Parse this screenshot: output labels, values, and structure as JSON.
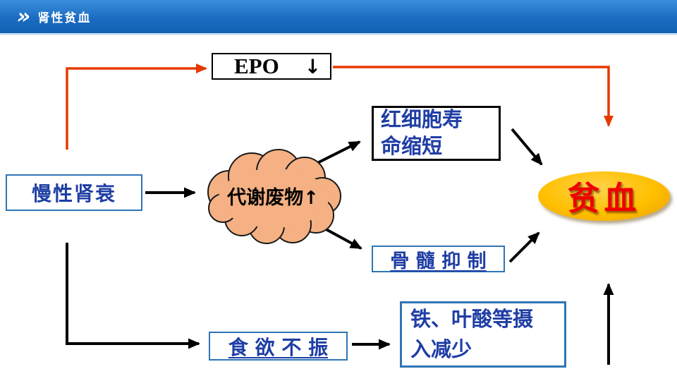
{
  "header": {
    "chevron_glyph": "»",
    "title": "肾性贫血"
  },
  "nodes": {
    "epo": {
      "label": "EPO",
      "arrow": "↓"
    },
    "chronic_renal_failure": {
      "label": "慢性肾衰"
    },
    "metabolic_waste": {
      "label": "代谢废物",
      "arrow": "↑"
    },
    "rbc_lifespan_shortened": {
      "label": "红细胞寿\n命缩短"
    },
    "bone_marrow_suppression": {
      "label": "骨 髓 抑 制"
    },
    "anemia": {
      "label": "贫血"
    },
    "poor_appetite": {
      "label": "食 欲 不 振"
    },
    "reduced_iron_folate_intake": {
      "label": "铁、叶酸等摄\n入减少"
    }
  },
  "colors": {
    "header_blue": "#1b6cc2",
    "node_text_blue": "#1f3ea5",
    "node_border_blue": "#2e75b6",
    "red_arrow": "#e63900",
    "black_arrow": "#000000",
    "cloud_fill": "#f5b183",
    "anemia_fill": "#ffc000",
    "anemia_text": "#f00000"
  }
}
